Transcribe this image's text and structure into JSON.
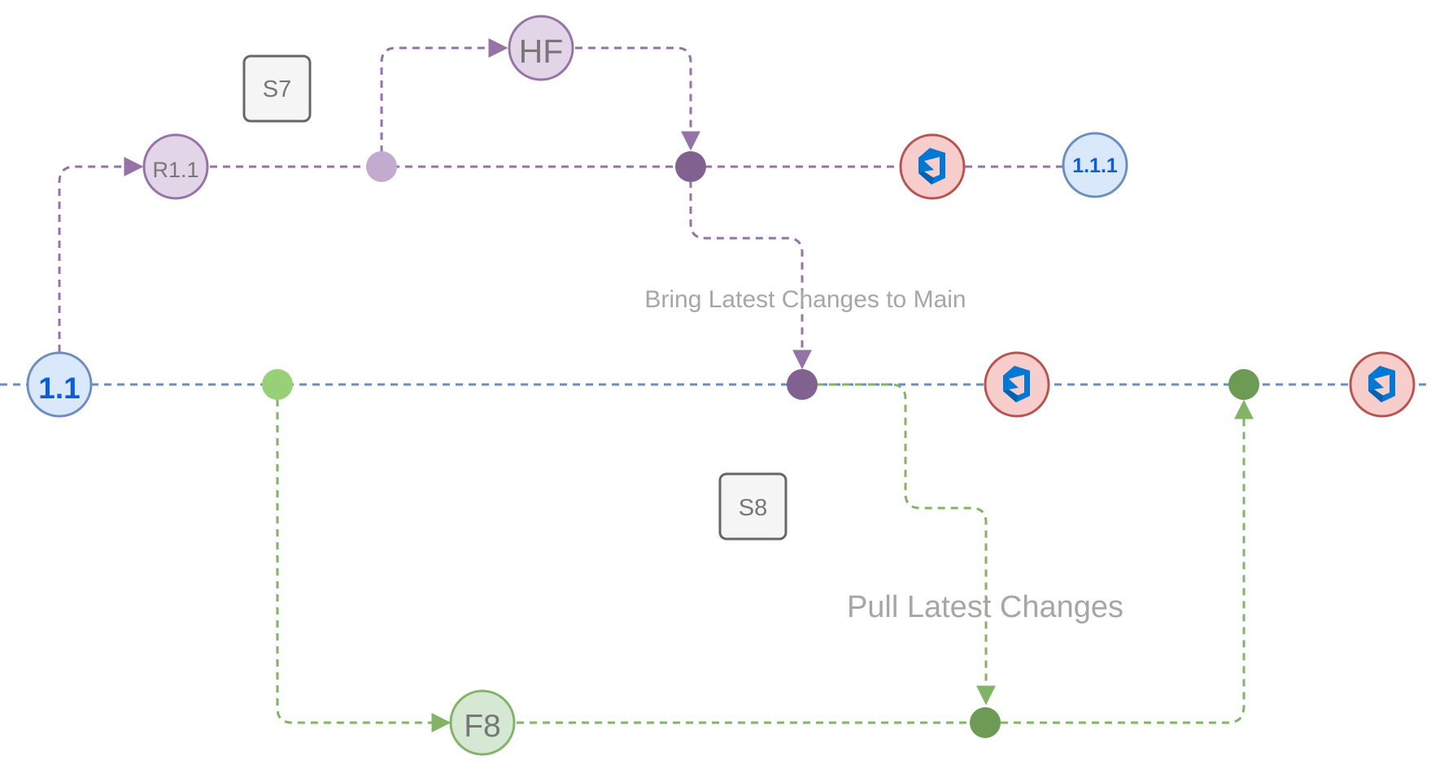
{
  "colors": {
    "main_line": "#6c8ebf",
    "release_line": "#9673a6",
    "feature_line": "#82b366",
    "blue_fill": "#dae8fc",
    "blue_stroke": "#6c8ebf",
    "blue_text": "#0b5ed7",
    "purple_fill": "#e1d5e7",
    "purple_stroke": "#9673a6",
    "green_fill": "#d5e8d4",
    "green_stroke": "#82b366",
    "red_fill": "#f8cecc",
    "red_stroke": "#b85450",
    "pipeline_icon": "#0078d4",
    "label_text": "#a6a6a6",
    "note_fill": "#f5f5f5",
    "note_stroke": "#666666",
    "node_text": "#777777"
  },
  "nodes": {
    "main_version": "1.1",
    "release": "R1.1",
    "hotfix": "HF",
    "hotfix_version": "1.1.1",
    "feature": "F8"
  },
  "icons": {
    "pipeline": "azure-pipelines-icon"
  },
  "notes": {
    "s7": "S7",
    "s8": "S8"
  },
  "labels": {
    "bring_to_main": "Bring Latest Changes to Main",
    "pull_latest": "Pull Latest Changes"
  }
}
